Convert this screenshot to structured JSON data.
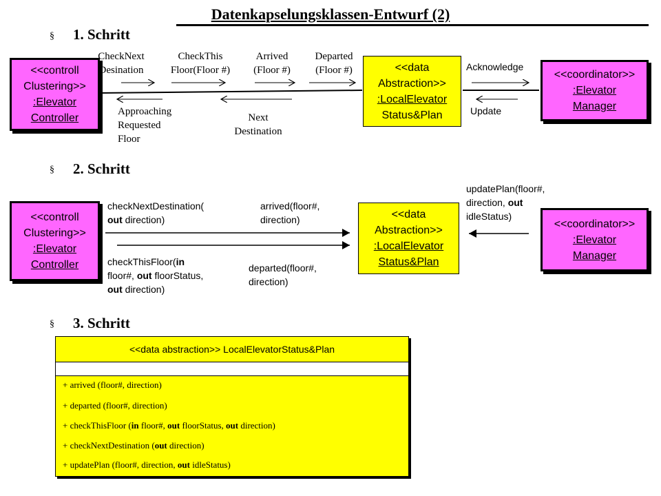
{
  "title": "Datenkapselungsklassen-Entwurf  (2)",
  "bullet": "§",
  "steps": [
    "1. Schritt",
    "2. Schritt",
    "3. Schritt"
  ],
  "step1": {
    "controller": [
      "<<controll",
      "Clustering>>",
      ":Elevator",
      "Controller"
    ],
    "status": [
      "<<data",
      "Abstraction>>",
      ":LocalElevator",
      "Status&Plan"
    ],
    "manager": [
      "<<coordinator>>",
      ":Elevator",
      "Manager"
    ],
    "msg_checknext": [
      "CheckNext",
      "Desination"
    ],
    "msg_checkthis": [
      "CheckThis",
      "Floor(Floor #)"
    ],
    "msg_arrived": [
      "Arrived",
      "(Floor #)"
    ],
    "msg_departed": [
      "Departed",
      "(Floor #)"
    ],
    "msg_approaching": [
      "Approaching",
      "Requested",
      "Floor"
    ],
    "msg_next": [
      "Next",
      "Destination"
    ],
    "msg_ack": "Acknowledge",
    "msg_update": "Update"
  },
  "step2": {
    "controller": [
      "<<controll",
      "Clustering>>",
      ":Elevator",
      "Controller"
    ],
    "status": [
      "<<data",
      "Abstraction>>",
      ":LocalElevator",
      "Status&Plan"
    ],
    "manager": [
      "<<coordinator>>",
      ":Elevator",
      "Manager"
    ],
    "msg_checknext": {
      "l1": "checkNextDestination(",
      "l2a": "out",
      "l2b": " direction)"
    },
    "msg_checkthis": {
      "l1a": "checkThisFloor(",
      "l1b": "in",
      "l2a": "floor#, ",
      "l2b": "out",
      "l2c": " floorStatus,",
      "l3a": "out",
      "l3b": " direction)"
    },
    "msg_arrived": [
      "arrived(floor#,",
      "direction)"
    ],
    "msg_departed": [
      "departed(floor#,",
      "direction)"
    ],
    "msg_update": {
      "l1": "updatePlan(floor#,",
      "l2a": "direction,  ",
      "l2b": "out",
      "l3": "idleStatus)"
    }
  },
  "step3": {
    "class_name": "<<data abstraction>> LocalElevatorStatus&Plan",
    "ops": {
      "arrived": "+ arrived (floor#, direction)",
      "departed": "+ departed (floor#, direction)",
      "checkthis": {
        "a": "+ checkThisFloor  (",
        "b": "in",
        "c": " floor#, ",
        "d": "out",
        "e": " floorStatus, ",
        "f": "out",
        "g": " direction)"
      },
      "checknext": {
        "a": "+ checkNextDestination (",
        "b": "out",
        "c": " direction)"
      },
      "updateplan": {
        "a": "+ updatePlan (floor#, direction, ",
        "b": "out",
        "c": " idleStatus)"
      }
    }
  }
}
